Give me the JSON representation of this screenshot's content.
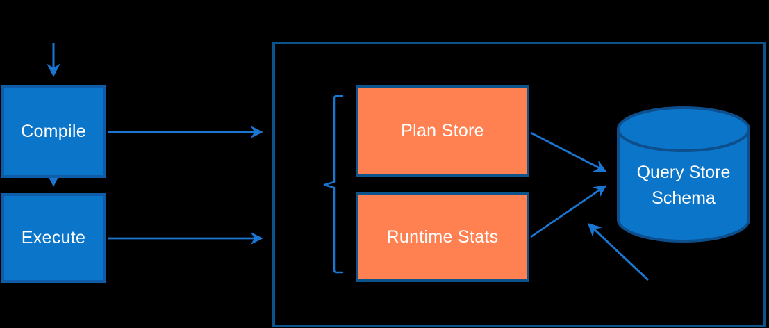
{
  "nodes": {
    "compile": {
      "label": "Compile",
      "shape": "rectangle",
      "fill": "#0b75c9"
    },
    "execute": {
      "label": "Execute",
      "shape": "rectangle",
      "fill": "#0b75c9"
    },
    "plan_store": {
      "label": "Plan Store",
      "shape": "rectangle",
      "fill": "#ff8051"
    },
    "runtime_stats": {
      "label": "Runtime Stats",
      "shape": "rectangle",
      "fill": "#ff8051"
    },
    "query_store_schema": {
      "label": "Query Store Schema",
      "shape": "database-cylinder",
      "fill": "#0b75c9"
    },
    "query_store_container": {
      "label": "",
      "shape": "rectangle-outline"
    },
    "grouping_brace": {
      "shape": "left-brace"
    }
  },
  "edges": [
    {
      "from": "top-offscreen",
      "to": "compile",
      "style": "arrow"
    },
    {
      "from": "compile",
      "to": "execute",
      "style": "arrow"
    },
    {
      "from": "compile",
      "to": "query_store_container",
      "style": "arrow"
    },
    {
      "from": "execute",
      "to": "query_store_container",
      "style": "arrow"
    },
    {
      "from": "plan_store",
      "to": "query_store_schema",
      "style": "arrow"
    },
    {
      "from": "runtime_stats",
      "to": "query_store_schema",
      "style": "arrow"
    },
    {
      "from": "lower-right",
      "to": "query_store_schema",
      "style": "arrow"
    }
  ],
  "colors": {
    "background": "#000000",
    "blue_node_fill": "#0b75c9",
    "blue_node_border": "#0f5da8",
    "orange_node_fill": "#ff8051",
    "navy_border": "#0d538c",
    "arrow": "#1b76d2",
    "cylinder_border": "#0d4f8c",
    "text": "#ffffff"
  }
}
